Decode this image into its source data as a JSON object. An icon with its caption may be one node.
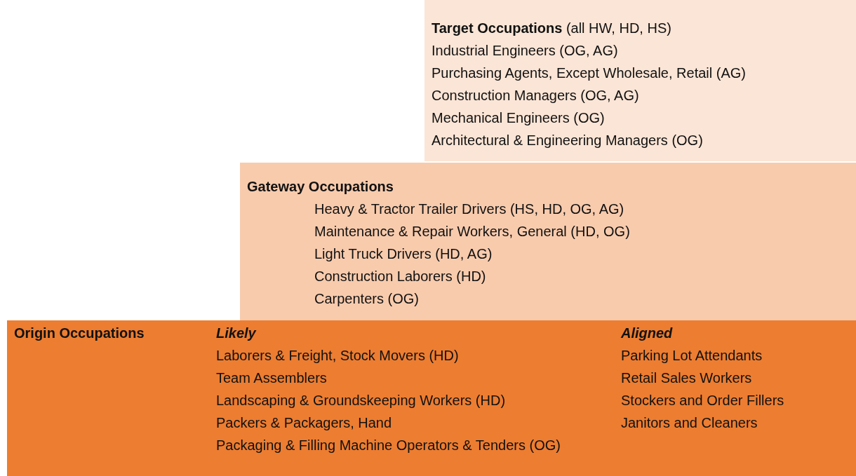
{
  "diagram": {
    "nodes": [
      {
        "text": [
          "**Target Occupations** (all HW, HD, HS)",
          "Industrial Engineers (OG, AG)",
          "Purchasing Agents, Except Wholesale, Retail (AG)",
          "Construction Managers (OG, AG)",
          "Mechanical Engineers (OG)",
          "Architectural & Engineering Managers (OG)"
        ]
      },
      {
        "text": [
          "Gateway Occupations",
          "Heavy & Tractor Trailer Drivers (HS, HD, OG, AG)",
          "Maintenance & Repair Workers, General (HD, OG)",
          "Light Truck Drivers (HD, AG)",
          "Construction Laborers (HD)",
          "Carpenters (OG)"
        ]
      },
      {
        "text": [
          "Origin Occupations",
          "Likely",
          "Laborers & Freight, Stock Movers (HD)",
          "Team Assemblers",
          "Landscaping & Groundskeeping Workers (HD)",
          "Packers & Packagers, Hand",
          "Packaging & Filling Machine Operators & Tenders (OG)",
          "Aligned",
          "Parking Lot Attendants",
          "Retail Sales Workers",
          "Stockers and Order Fillers",
          "Janitors and Cleaners"
        ]
      }
    ]
  }
}
